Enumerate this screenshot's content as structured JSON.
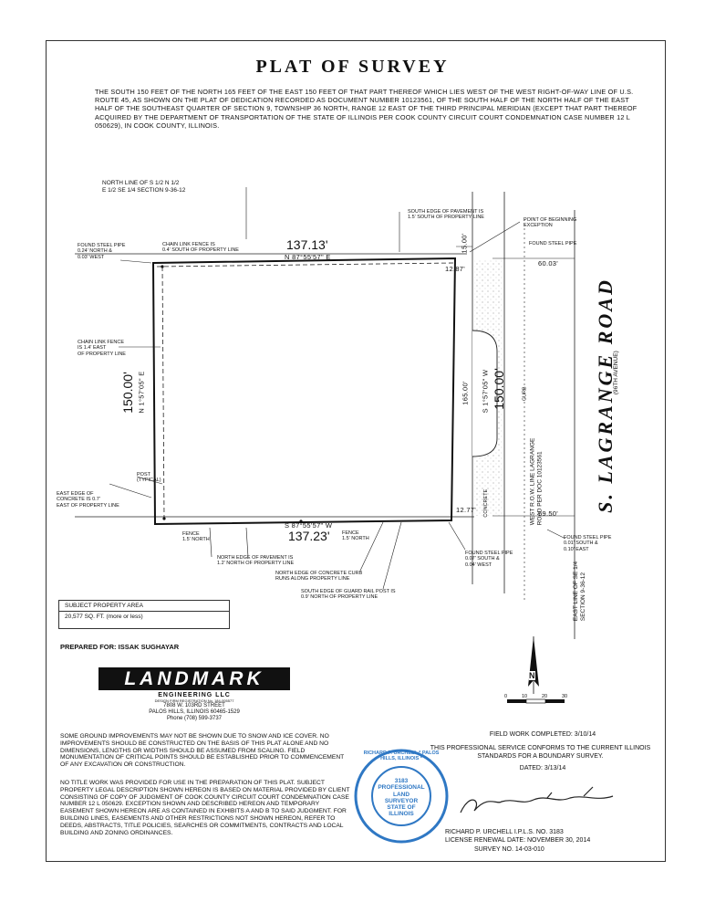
{
  "title": "PLAT OF SURVEY",
  "legal_description": "THE SOUTH 150 FEET OF THE NORTH 165 FEET OF THE EAST 150 FEET OF THAT PART THEREOF WHICH LIES WEST OF THE WEST RIGHT-OF-WAY LINE OF U.S. ROUTE 45, AS SHOWN ON THE PLAT OF DEDICATION RECORDED AS DOCUMENT NUMBER 10123561, OF THE SOUTH HALF OF THE NORTH HALF OF THE EAST HALF OF THE SOUTHEAST QUARTER OF SECTION 9, TOWNSHIP 36 NORTH, RANGE 12 EAST OF THE THIRD PRINCIPAL MERIDIAN (EXCEPT THAT PART THEREOF ACQUIRED BY THE DEPARTMENT OF TRANSPORTATION OF THE STATE OF ILLINOIS PER COOK COUNTY CIRCUIT COURT CONDEMNATION CASE NUMBER 12 L 050629), IN COOK COUNTY, ILLINOIS.",
  "drawing": {
    "north_line_label": "NORTH LINE OF S 1/2 N 1/2\nE 1/2 SE 1/4 SECTION 9-36-12",
    "south_edge_pavement": "SOUTH EDGE OF PAVEMENT IS\n1.5' SOUTH OF PROPERTY LINE",
    "point_of_beginning": "POINT OF BEGINNING\nEXCEPTION",
    "found_pipe_nw": "FOUND STEEL PIPE\n0.24' NORTH &\n0.03' WEST",
    "chain_link_north": "CHAIN LINK FENCE IS\n0.4' SOUTH OF PROPERTY LINE",
    "found_pipe_ne": "FOUND STEEL PIPE",
    "chain_link_west": "CHAIN LINK FENCE\nIS 1.4' EAST\nOF PROPERTY LINE",
    "post_typical": "POST\n(TYPICAL)",
    "east_edge_concrete": "EAST EDGE OF\nCONCRETE IS 0.7'\nEAST OF PROPERTY LINE",
    "fence_sw": "FENCE\n1.5' NORTH",
    "fence_s": "FENCE\n1.5' NORTH",
    "north_edge_pavement": "NORTH EDGE OF PAVEMENT IS\n1.2' NORTH OF PROPERTY LINE",
    "north_edge_curb": "NORTH EDGE OF CONCRETE CURB\nRUNS ALONG PROPERTY LINE",
    "south_edge_guard": "SOUTH EDGE OF GUARD RAIL POST IS\n0.9' NORTH OF PROPERTY LINE",
    "found_pipe_s": "FOUND STEEL PIPE\n0.07' SOUTH &\n0.04' WEST",
    "found_pipe_se": "FOUND STEEL PIPE\n0.01' SOUTH &\n0.10' EAST",
    "dim_north": "137.13'",
    "brg_north": "N 87°55'57\" E",
    "dim_south": "137.23'",
    "brg_south": "S 87°55'57\" W",
    "dim_west": "150.00'",
    "brg_west": "N 1°57'05\" E",
    "dim_east": "150.00'",
    "brg_east": "S 1°57'05\" W",
    "dim_165": "165.00'",
    "dim_1500": "15.00'",
    "dim_1287": "12.87'",
    "dim_1277": "12.77'",
    "dim_6003": "60.03'",
    "dim_5950": "59.50'",
    "curb": "CURB",
    "concrete": "CONCRETE",
    "row_line": "WEST R.O.W. LINE LAGRANGE\nROAD PER DOC 10123561",
    "road_name": "S. LAGRANGE ROAD",
    "road_alt": "(96TH AVENUE)",
    "east_line": "EAST LINE OF SE 1/4\nSECTION 9-36-12"
  },
  "area": {
    "label": "SUBJECT PROPERTY AREA",
    "value": "20,577 SQ. FT. (more or less)"
  },
  "prepared_for": "PREPARED FOR: ISSAK SUGHAYAR",
  "company": {
    "name": "LANDMARK",
    "sub": "ENGINEERING LLC",
    "design_reg": "DESIGN FIRM REGISTRATION No. 184-005577",
    "address1": "7808 W. 103RD STREET",
    "address2": "PALOS HILLS, ILLINOIS 60465-1529",
    "phone": "Phone (708) 599-3737"
  },
  "scale": {
    "labels": [
      "0",
      "10",
      "20",
      "30"
    ],
    "north": "N"
  },
  "notes": {
    "ground": "SOME GROUND IMPROVEMENTS MAY NOT BE SHOWN DUE TO SNOW AND ICE COVER. NO IMPROVEMENTS SHOULD BE CONSTRUCTED ON THE BASIS OF THIS PLAT ALONE AND NO DIMENSIONS, LENGTHS OR WIDTHS SHOULD BE ASSUMED FROM SCALING. FIELD MONUMENTATION OF CRITICAL POINTS SHOULD BE ESTABLISHED PRIOR TO COMMENCEMENT OF ANY EXCAVATION OR CONSTRUCTION.",
    "title": "NO TITLE WORK WAS PROVIDED FOR USE IN THE PREPARATION OF THIS PLAT. SUBJECT PROPERTY LEGAL DESCRIPTION SHOWN HEREON IS BASED ON MATERIAL PROVIDED BY CLIENT CONSISTING OF COPY OF JUDGMENT OF COOK COUNTY CIRCUIT COURT CONDEMNATION CASE NUMBER 12 L 050629. EXCEPTION SHOWN AND DESCRIBED HEREON AND TEMPORARY EASEMENT SHOWN HEREON ARE AS CONTAINED IN EXHIBITS A AND B TO SAID JUDGMENT. FOR BUILDING LINES, EASEMENTS AND OTHER RESTRICTIONS NOT SHOWN HEREON, REFER TO DEEDS, ABSTRACTS, TITLE POLICIES, SEARCHES OR COMMITMENTS, CONTRACTS AND LOCAL BUILDING AND ZONING ORDINANCES."
  },
  "certification": {
    "field_work": "FIELD WORK COMPLETED: 3/10/14",
    "statement": "THIS PROFESSIONAL SERVICE CONFORMS TO THE CURRENT ILLINOIS STANDARDS FOR A BOUNDARY SURVEY.",
    "dated": "DATED: 3/13/14"
  },
  "seal": {
    "ring": "RICHARD P. URCHELL * PALOS HILLS, ILLINOIS *",
    "number": "3183",
    "line1": "PROFESSIONAL",
    "line2": "LAND",
    "line3": "SURVEYOR",
    "line4": "STATE OF",
    "line5": "ILLINOIS"
  },
  "signer": {
    "name": "RICHARD P. URCHELL   I.P.L.S. No. 3183",
    "license": "LICENSE RENEWAL DATE: NOVEMBER 30, 2014",
    "survey": "SURVEY No. 14-03-010"
  },
  "colors": {
    "seal": "#2f78c4",
    "ink": "#111111"
  }
}
